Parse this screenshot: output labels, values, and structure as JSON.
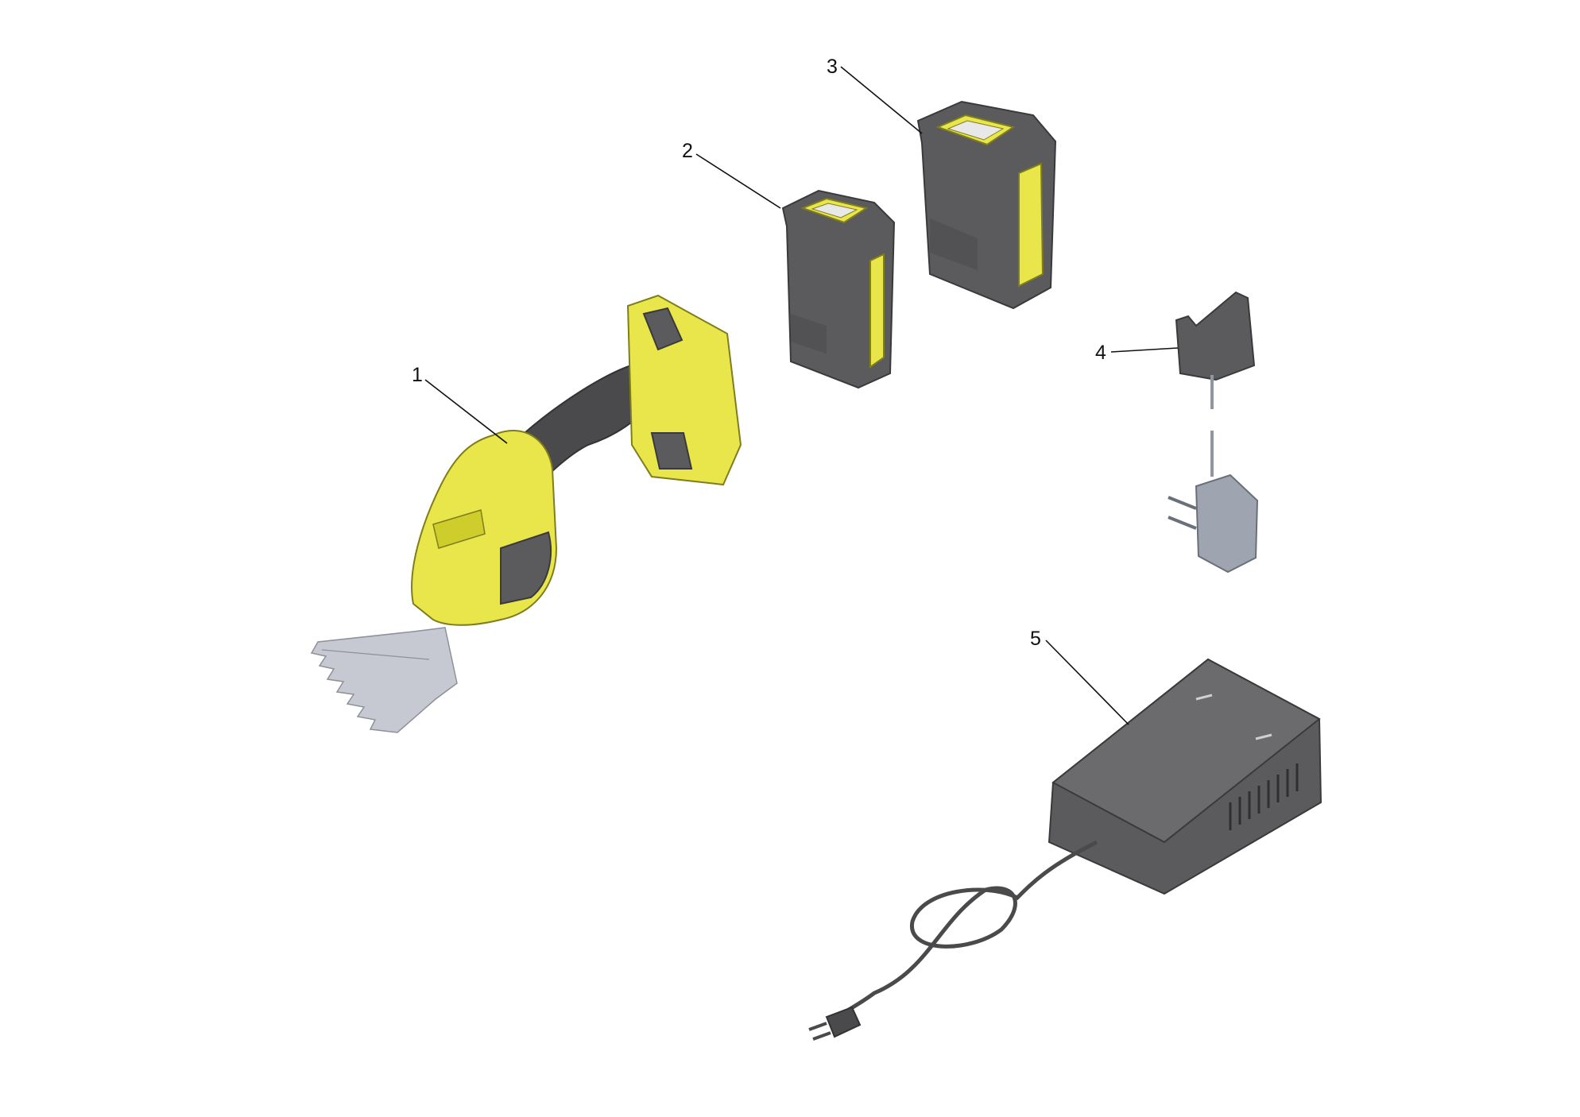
{
  "callouts": {
    "c1": "1",
    "c2": "2",
    "c3": "3",
    "c4": "4",
    "c5": "5"
  },
  "icons": {
    "item1": "cordless-shrub-shear-icon",
    "item2": "battery-pack-small-icon",
    "item3": "battery-pack-large-icon",
    "item4": "usb-charger-adapter-icon",
    "item5": "rapid-battery-charger-icon"
  },
  "colors": {
    "body_yellow": "#e8e64a",
    "housing_grey": "#5b5a5c",
    "blade_silver": "#c7c9d2",
    "adapter_grey": "#9ea5b0"
  }
}
